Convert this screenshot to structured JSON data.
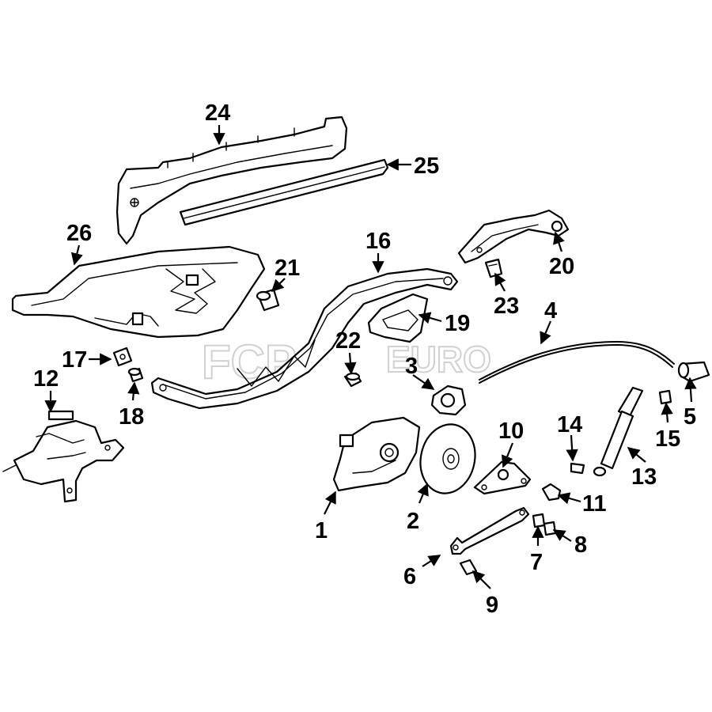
{
  "watermark": {
    "mark": "FCP",
    "suffix": "EURO",
    "color": "#c9c9c9"
  },
  "callouts": {
    "c1": "1",
    "c2": "2",
    "c3": "3",
    "c4": "4",
    "c5": "5",
    "c6": "6",
    "c7": "7",
    "c8": "8",
    "c9": "9",
    "c10": "10",
    "c11": "11",
    "c12": "12",
    "c13": "13",
    "c14": "14",
    "c15": "15",
    "c16": "16",
    "c17": "17",
    "c18": "18",
    "c19": "19",
    "c20": "20",
    "c21": "21",
    "c22": "22",
    "c23": "23",
    "c24": "24",
    "c25": "25",
    "c26": "26"
  }
}
